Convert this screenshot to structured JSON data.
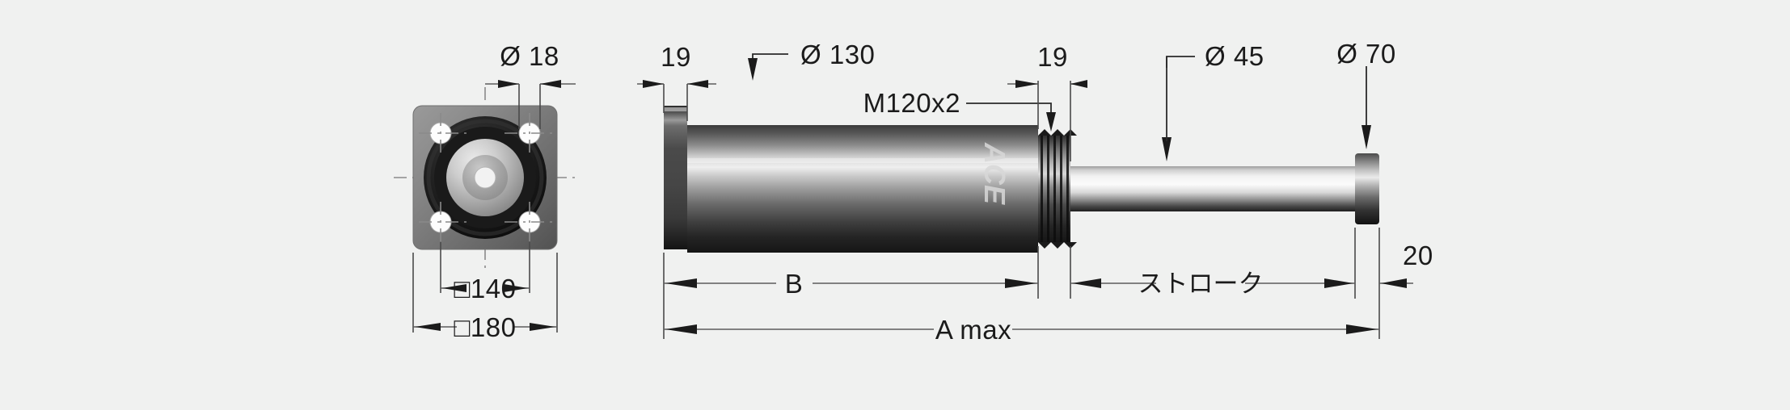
{
  "drawing": {
    "title": "ACE shock absorber technical drawing",
    "background_color": "#f0f1f0",
    "brand_text": "ACE",
    "views": {
      "front": {
        "name": "front-flange-view"
      },
      "side": {
        "name": "side-section-view"
      }
    }
  },
  "dimensions": {
    "hole_dia": "Ø 18",
    "flange_thickness": "19",
    "body_dia": "Ø 130",
    "thread": "M120x2",
    "thread_length": "19",
    "rod_dia": "Ø 45",
    "button_dia": "Ø 70",
    "bolt_circle_square": "□140",
    "flange_square": "□180",
    "length_b": "B",
    "length_a_max": "A max",
    "stroke": "ストローク",
    "button_length": "20"
  },
  "colors": {
    "background": "#f0f1f0",
    "line": "#5c5c5c",
    "text": "#1b1b1b",
    "metal_dark": "#1d1d1d",
    "metal_light": "#e8e8e8",
    "hole_fill": "#ffffff"
  }
}
